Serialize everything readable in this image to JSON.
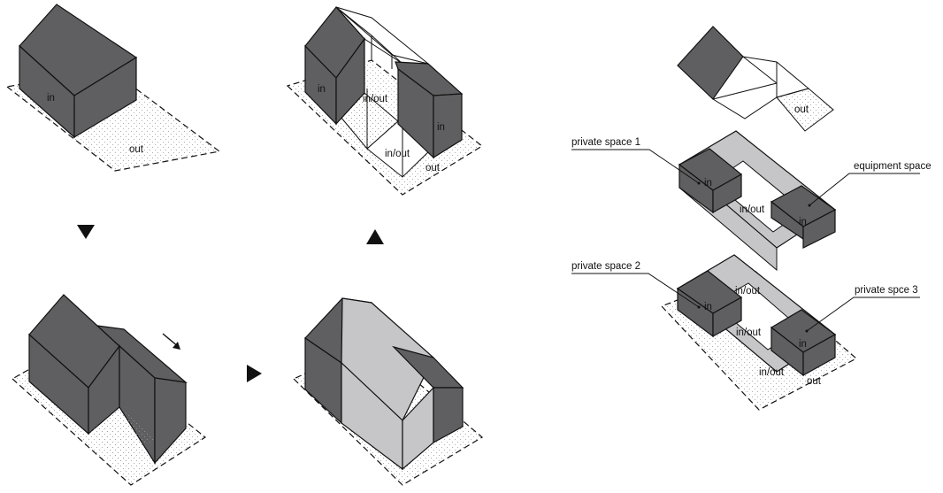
{
  "labels": {
    "in": "in",
    "out": "out",
    "inout": "in/out"
  },
  "annotations": {
    "private_space_1": "private space 1",
    "equipment_space": "equipment space",
    "private_space_2": "private space 2",
    "private_space_3": "private spce 3"
  },
  "colors": {
    "dark": "#5f5f61",
    "light": "#c6c6c8",
    "line": "#111111",
    "ground_dot": "#9a9a9a"
  }
}
